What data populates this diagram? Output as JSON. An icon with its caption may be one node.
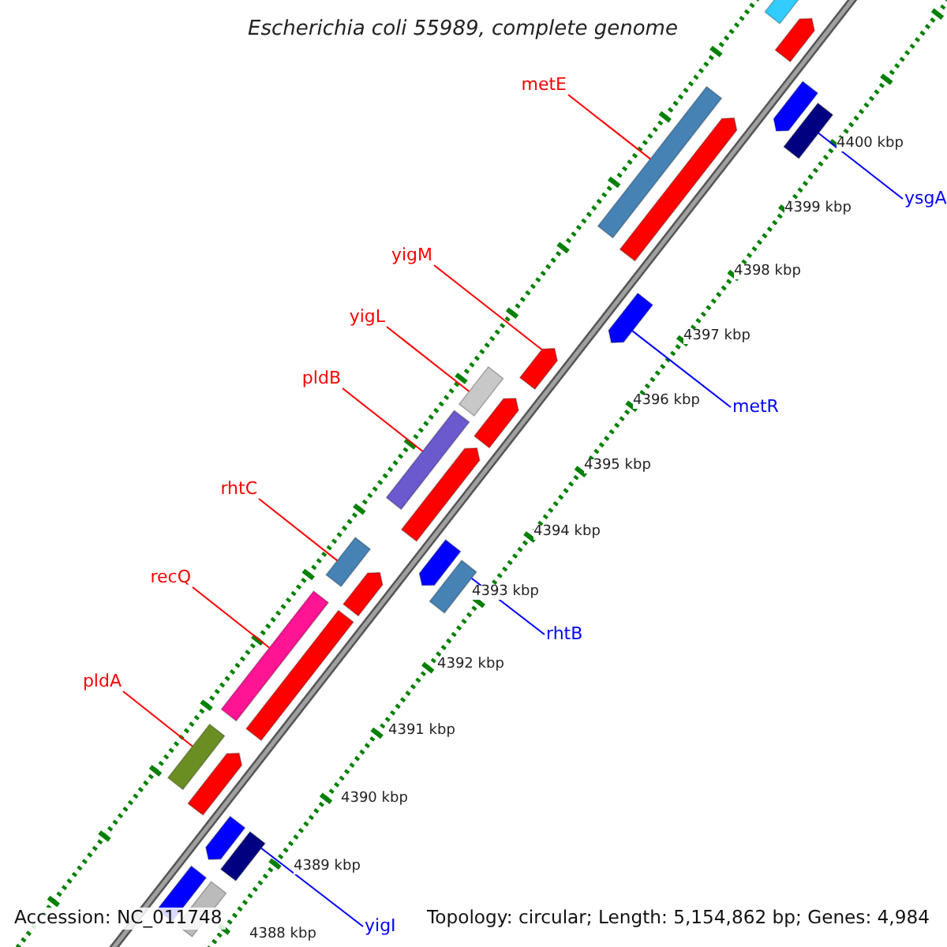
{
  "diagram": {
    "title": "Escherichia coli 55989, complete genome",
    "nodes": [
      {
        "text": [
          "metE"
        ]
      },
      {
        "text": [
          "ysgA"
        ]
      },
      {
        "text": [
          "yigM"
        ]
      },
      {
        "text": [
          "yigL"
        ]
      },
      {
        "text": [
          "pldB"
        ]
      },
      {
        "text": [
          "metR"
        ]
      },
      {
        "text": [
          "rhtC"
        ]
      },
      {
        "text": [
          "recQ"
        ]
      },
      {
        "text": [
          "rhtB"
        ]
      },
      {
        "text": [
          "pldA"
        ]
      },
      {
        "text": [
          "yigI"
        ]
      },
      {
        "text": [],
        "shape": "bar"
      },
      {
        "text": [],
        "shape": "bar"
      },
      {
        "text": [],
        "shape": "bar"
      },
      {
        "text": [],
        "shape": "bar"
      },
      {
        "text": [],
        "shape": "bar"
      },
      {
        "text": [],
        "shape": "bar"
      },
      {
        "text": [],
        "shape": "bar"
      },
      {
        "text": [],
        "shape": "bar"
      },
      {
        "text": [],
        "shape": "bar"
      },
      {
        "text": [],
        "shape": "bar"
      },
      {
        "text": [],
        "shape": "bar"
      },
      {
        "text": [],
        "shape": "bar"
      },
      {
        "text": [],
        "shape": "bar"
      },
      {
        "text": [],
        "shape": "bar"
      },
      {
        "text": [],
        "shape": "bar"
      },
      {
        "text": [],
        "shape": "bar"
      },
      {
        "text": [],
        "shape": "bar"
      },
      {
        "text": [],
        "shape": "bar"
      },
      {
        "text": [],
        "shape": "bar"
      },
      {
        "text": [],
        "shape": "bar"
      },
      {
        "text": [],
        "shape": "bar"
      },
      {
        "text": [],
        "shape": "bar"
      },
      {
        "text": [],
        "shape": "bar"
      },
      {
        "text": [],
        "shape": "bar"
      }
    ],
    "edges": [
      {
        "from": 0,
        "to": 11,
        "arrow": "none"
      },
      {
        "from": 1,
        "to": 12,
        "arrow": "none",
        "color": "#0000ff"
      },
      {
        "from": 2,
        "to": 13,
        "arrow": "none"
      },
      {
        "from": 3,
        "to": 14,
        "arrow": "none"
      },
      {
        "from": 4,
        "to": 15,
        "arrow": "none"
      },
      {
        "from": 5,
        "to": 16,
        "arrow": "none",
        "color": "#0000ff"
      },
      {
        "from": 6,
        "to": 17,
        "arrow": "none"
      },
      {
        "from": 7,
        "to": 18,
        "arrow": "none"
      },
      {
        "from": 8,
        "to": 19,
        "arrow": "none",
        "color": "#0000ff"
      },
      {
        "from": 9,
        "to": 20,
        "arrow": "none"
      },
      {
        "from": 10,
        "to": 21,
        "arrow": "none",
        "color": "#0000ff"
      }
    ],
    "labels": [
      "4400 kbp",
      "4399 kbp",
      "4398 kbp",
      "4397 kbp",
      "4396 kbp",
      "4395 kbp",
      "4394 kbp",
      "4393 kbp",
      "4392 kbp",
      "4391 kbp",
      "4390 kbp",
      "4389 kbp",
      "4388 kbp",
      "Accession: NC_011748",
      "Topology: circular; Length: 5,154,862 bp; Genes: 4,984"
    ]
  }
}
